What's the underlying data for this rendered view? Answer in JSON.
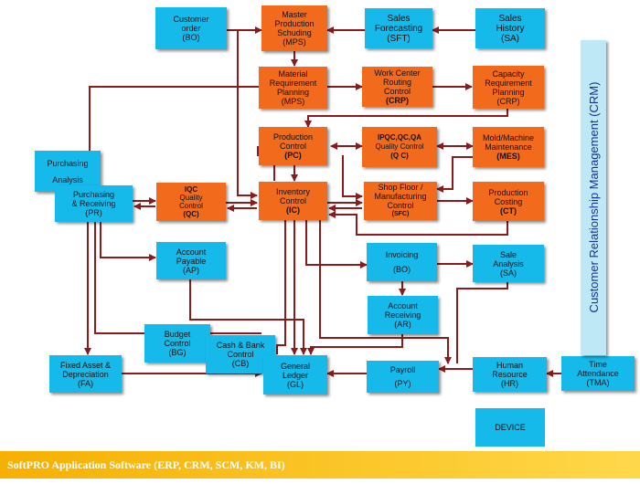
{
  "footer": "SoftPRO Application Software (ERP, CRM, SCM, KM, BI)",
  "crm_label": "Customer Relationship Management (CRM)",
  "colors": {
    "module_blue": "#15b9ea",
    "module_orange": "#f26a1b",
    "arrow": "#8b1a1a",
    "footer_gold": "#f6b000"
  },
  "modules": {
    "bo_order": {
      "lines": [
        "Customer",
        "order"
      ],
      "abbr": "(BO)"
    },
    "mps": {
      "lines": [
        "Master",
        "Production",
        "Schuding"
      ],
      "abbr": "(MPS)"
    },
    "sft": {
      "lines": [
        "Sales",
        "Forecasting"
      ],
      "abbr": "(SFT)"
    },
    "sa_history": {
      "lines": [
        "Sales",
        "History"
      ],
      "abbr": "(SA)"
    },
    "mrp": {
      "lines": [
        "Material",
        "Requirement",
        "Planning"
      ],
      "abbr": "(MPS)"
    },
    "crp_wc": {
      "lines": [
        "Work Center",
        "Routing",
        "Control"
      ],
      "abbr": "(CRP)"
    },
    "crp_cap": {
      "lines": [
        "Capacity",
        "Requirement",
        "Planning"
      ],
      "abbr": "(CRP)"
    },
    "pc": {
      "lines": [
        "Production",
        "Control"
      ],
      "abbr": "(PC)"
    },
    "qc_ipqc": {
      "lines": [
        "IPQC,QC,QA",
        "Quality Control"
      ],
      "abbr": "(Q C)"
    },
    "mes": {
      "lines": [
        "Mold/Machine",
        "Maintenance"
      ],
      "abbr": "(MES)"
    },
    "pa": {
      "lines": [
        "Purchasing",
        "",
        "Analysis"
      ],
      "abbr": ""
    },
    "pr": {
      "lines": [
        "Purchasing",
        "& Receiving"
      ],
      "abbr": "(PR)"
    },
    "iqc": {
      "lines": [
        "IQC",
        "Quality",
        "Control"
      ],
      "abbr": "(QC)"
    },
    "ic": {
      "lines": [
        "Inventory",
        "Control"
      ],
      "abbr": "(IC)"
    },
    "sfc": {
      "lines": [
        "Shop Floor /",
        "Manufacturing",
        "Control"
      ],
      "abbr": "(SFC)"
    },
    "ct": {
      "lines": [
        "Production",
        "Costing"
      ],
      "abbr": "(CT)"
    },
    "ap": {
      "lines": [
        "Account",
        "Payable"
      ],
      "abbr": "(AP)"
    },
    "invoicing": {
      "lines": [
        "Invoicing",
        ""
      ],
      "abbr": "(BO)"
    },
    "sa_analysis": {
      "lines": [
        "Sale",
        "Analysis"
      ],
      "abbr": "(SA)"
    },
    "ar": {
      "lines": [
        "Account",
        "Receiving"
      ],
      "abbr": "(AR)"
    },
    "bg": {
      "lines": [
        "Budget",
        "Control"
      ],
      "abbr": "(BG)"
    },
    "cb": {
      "lines": [
        "Cash & Bank",
        "Control"
      ],
      "abbr": "(CB)"
    },
    "fa": {
      "lines": [
        "Fixed Asset &",
        "Depreciation"
      ],
      "abbr": "(FA)"
    },
    "gl": {
      "lines": [
        "General",
        "Ledger"
      ],
      "abbr": "(GL)"
    },
    "py": {
      "lines": [
        "Payroll",
        ""
      ],
      "abbr": "(PY)"
    },
    "hr": {
      "lines": [
        "Human",
        "Resource"
      ],
      "abbr": "(HR)"
    },
    "tma": {
      "lines": [
        "Time",
        "Attendance"
      ],
      "abbr": "(TMA)"
    },
    "device": {
      "lines": [
        "DEVICE"
      ],
      "abbr": ""
    }
  }
}
